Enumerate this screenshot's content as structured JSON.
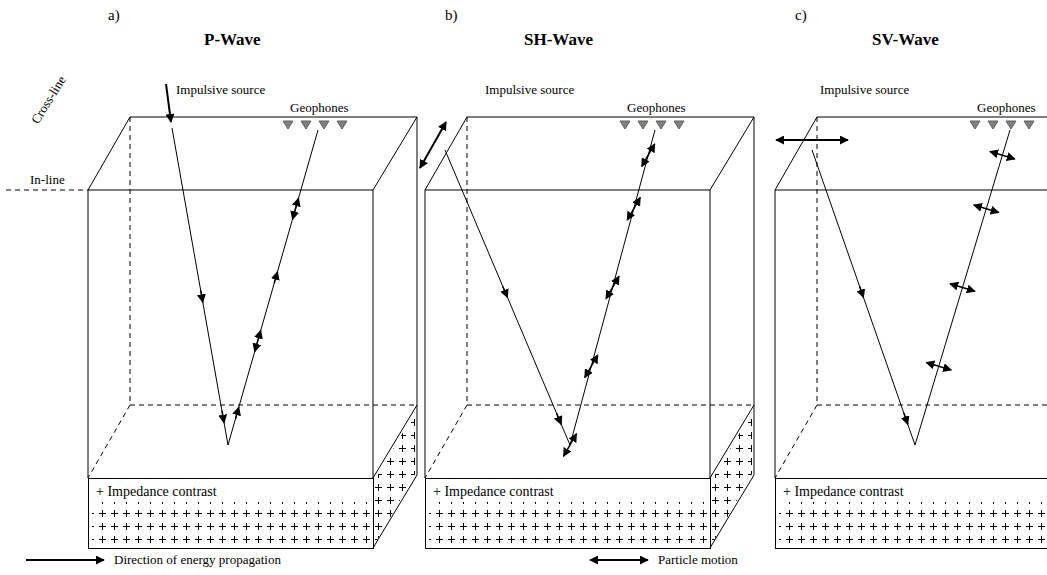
{
  "diagram": {
    "nodes": [
      {
        "text": [
          "+ Impedance contrast"
        ]
      },
      {
        "text": [
          "+ Impedance contrast"
        ]
      },
      {
        "text": [
          "+ Impedance contrast"
        ]
      }
    ],
    "labels": [
      "a)",
      "P-Wave",
      "Cross-line",
      "Impulsive source",
      "Geophones",
      "In-line",
      "b)",
      "SH-Wave",
      "Impulsive source",
      "Geophones",
      "c)",
      "SV-Wave",
      "Impulsive source",
      "Geophones"
    ],
    "legend": [
      {
        "text": "Direction of energy propagation"
      },
      {
        "text": "Particle motion"
      }
    ]
  }
}
